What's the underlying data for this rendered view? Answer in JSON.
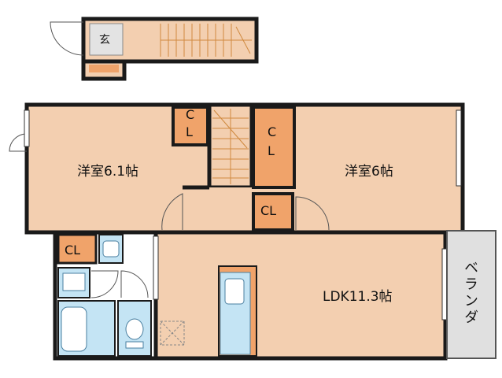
{
  "floor_plan": {
    "entrance_label": "玄",
    "rooms": {
      "western_room_left": "洋室6.1帖",
      "western_room_right": "洋室6帖",
      "ldk": "LDK11.3帖",
      "balcony": "ベランダ"
    },
    "closets": {
      "upper_left_c": "C",
      "upper_left_l": "L",
      "center_c": "C",
      "center_l": "L",
      "center_lower": "CL",
      "wet_area": "CL"
    },
    "colors": {
      "room_floor": "#f3cfb0",
      "closet": "#f0a36a",
      "wet_area": "#c4e4f4",
      "balcony": "#e0e0e0",
      "wall": "#1a1a1a"
    }
  }
}
